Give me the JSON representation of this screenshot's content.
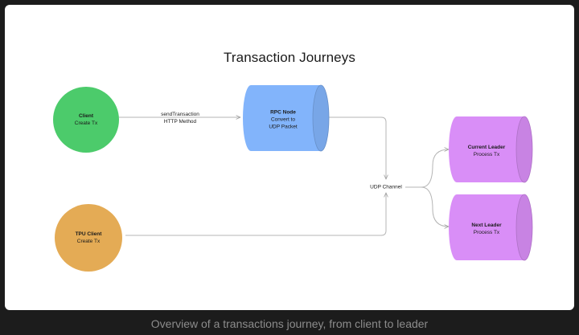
{
  "title": "Transaction Journeys",
  "caption": "Overview of a transactions journey, from client to leader",
  "nodes": {
    "client": {
      "name": "Client",
      "sub": "Create Tx",
      "color": "#4ccb6b"
    },
    "tpu_client": {
      "name": "TPU Client",
      "sub": "Create Tx",
      "color": "#e4ab55"
    },
    "rpc_node": {
      "name": "RPC Node",
      "sub1": "Convert to",
      "sub2": "UDP Packet",
      "color": "#82b4fb"
    },
    "current_leader": {
      "name": "Current Leader",
      "sub": "Process Tx",
      "color": "#d98ef7"
    },
    "next_leader": {
      "name": "Next Leader",
      "sub": "Process Tx",
      "color": "#d98ef7"
    }
  },
  "edges": {
    "send_transaction_line1": "sendTransaction",
    "send_transaction_line2": "HTTP Method",
    "udp_channel": "UDP Channel"
  }
}
